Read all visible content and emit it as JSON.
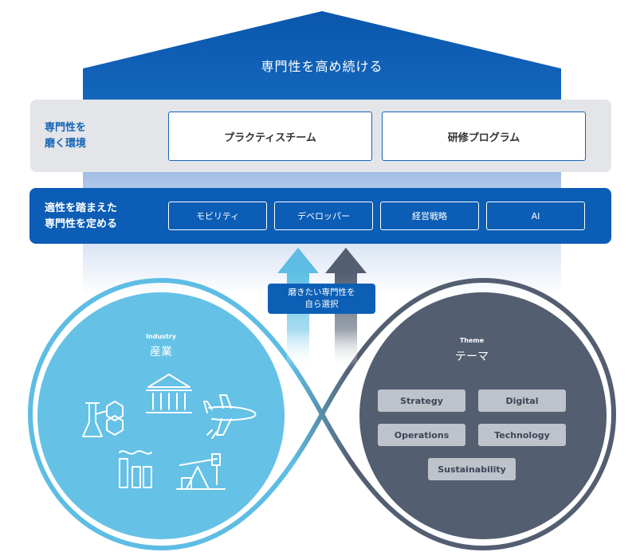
{
  "roof": {
    "title": "専門性を高め続ける"
  },
  "environment": {
    "label_line1": "専門性を",
    "label_line2": "磨く環境",
    "cards": [
      "プラクティスチーム",
      "研修プログラム"
    ]
  },
  "define": {
    "label_line1": "適性を踏まえた",
    "label_line2": "専門性を定める",
    "pills": [
      "モビリティ",
      "デベロッパー",
      "経営戦略",
      "AI"
    ]
  },
  "choose": {
    "line1": "磨きたい専門性を",
    "line2": "自ら選択"
  },
  "industry": {
    "label_en": "Industry",
    "label_ja": "産業",
    "icons": [
      "chemistry-icon",
      "bank-icon",
      "airplane-icon",
      "factory-icon",
      "oil-pump-icon"
    ]
  },
  "theme": {
    "label_en": "Theme",
    "label_ja": "テーマ",
    "chips": [
      "Strategy",
      "Digital",
      "Operations",
      "Technology",
      "Sustainability"
    ]
  },
  "colors": {
    "primary_blue": "#0b5db5",
    "light_blue": "#5dbde4",
    "slate": "#535e71",
    "gray_band": "#e3e5e9",
    "chip_gray": "#bec3cb"
  }
}
